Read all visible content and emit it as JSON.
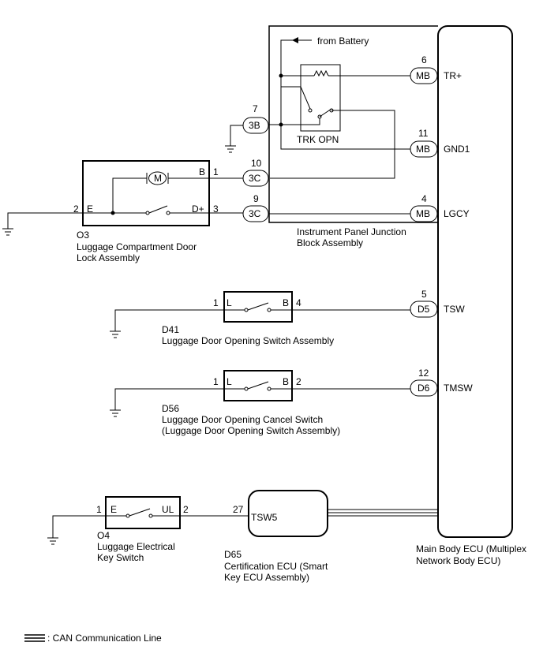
{
  "battery_label": "from Battery",
  "relay": {
    "label": "TRK OPN"
  },
  "junction_block": {
    "name_line1": "Instrument Panel Junction",
    "name_line2": "Block Assembly"
  },
  "connectors": {
    "c3b": {
      "name": "3B",
      "pin": "7"
    },
    "c3c_a": {
      "name": "3C",
      "pin": "10"
    },
    "c3c_b": {
      "name": "3C",
      "pin": "9"
    },
    "mb_trp": {
      "name": "MB",
      "pin": "6",
      "terminal": "TR+"
    },
    "mb_gnd1": {
      "name": "MB",
      "pin": "11",
      "terminal": "GND1"
    },
    "mb_lgcy": {
      "name": "MB",
      "pin": "4",
      "terminal": "LGCY"
    },
    "d5": {
      "name": "D5",
      "pin": "5",
      "terminal": "TSW"
    },
    "d6": {
      "name": "D6",
      "pin": "12",
      "terminal": "TMSW"
    }
  },
  "lock_assembly": {
    "code": "O3",
    "name_line1": "Luggage Compartment Door",
    "name_line2": "Lock Assembly",
    "pin_e": "2",
    "term_e": "E",
    "pin_b": "1",
    "term_b": "B",
    "pin_dplus": "3",
    "term_dplus": "D+",
    "motor_symbol": "M"
  },
  "d41": {
    "code": "D41",
    "name": "Luggage Door Opening Switch Assembly",
    "pin_l": "1",
    "term_l": "L",
    "pin_b": "4",
    "term_b": "B"
  },
  "d56": {
    "code": "D56",
    "name_line1": "Luggage Door Opening Cancel Switch",
    "name_line2": "(Luggage Door Opening Switch Assembly)",
    "pin_l": "1",
    "term_l": "L",
    "pin_b": "2",
    "term_b": "B"
  },
  "o4": {
    "code": "O4",
    "name_line1": "Luggage Electrical",
    "name_line2": "Key Switch",
    "pin_e": "1",
    "term_e": "E",
    "pin_ul": "2",
    "term_ul": "UL"
  },
  "d65": {
    "code": "D65",
    "name_line1": "Certification ECU (Smart",
    "name_line2": "Key ECU Assembly)",
    "pin": "27",
    "terminal": "TSW5"
  },
  "main_ecu": {
    "name_line1": "Main Body ECU (Multiplex",
    "name_line2": "Network Body ECU)"
  },
  "legend": {
    "can_label": ": CAN Communication Line"
  }
}
